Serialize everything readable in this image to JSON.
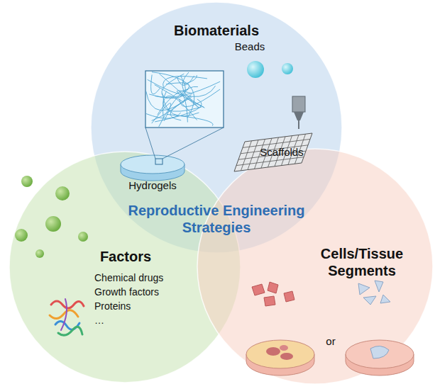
{
  "diagram": {
    "nodes": [
      {
        "text": [
          "Biomaterials",
          "Hydrogels",
          "Beads",
          "Scaffolds"
        ]
      },
      {
        "text": [
          "Factors",
          "Chemical drugs",
          "Growth factors",
          "Proteins",
          "…"
        ]
      },
      {
        "text": [
          "Cells/Tissue Segments",
          "or"
        ]
      }
    ],
    "labels": [
      "Reproductive Engineering Strategies"
    ]
  }
}
